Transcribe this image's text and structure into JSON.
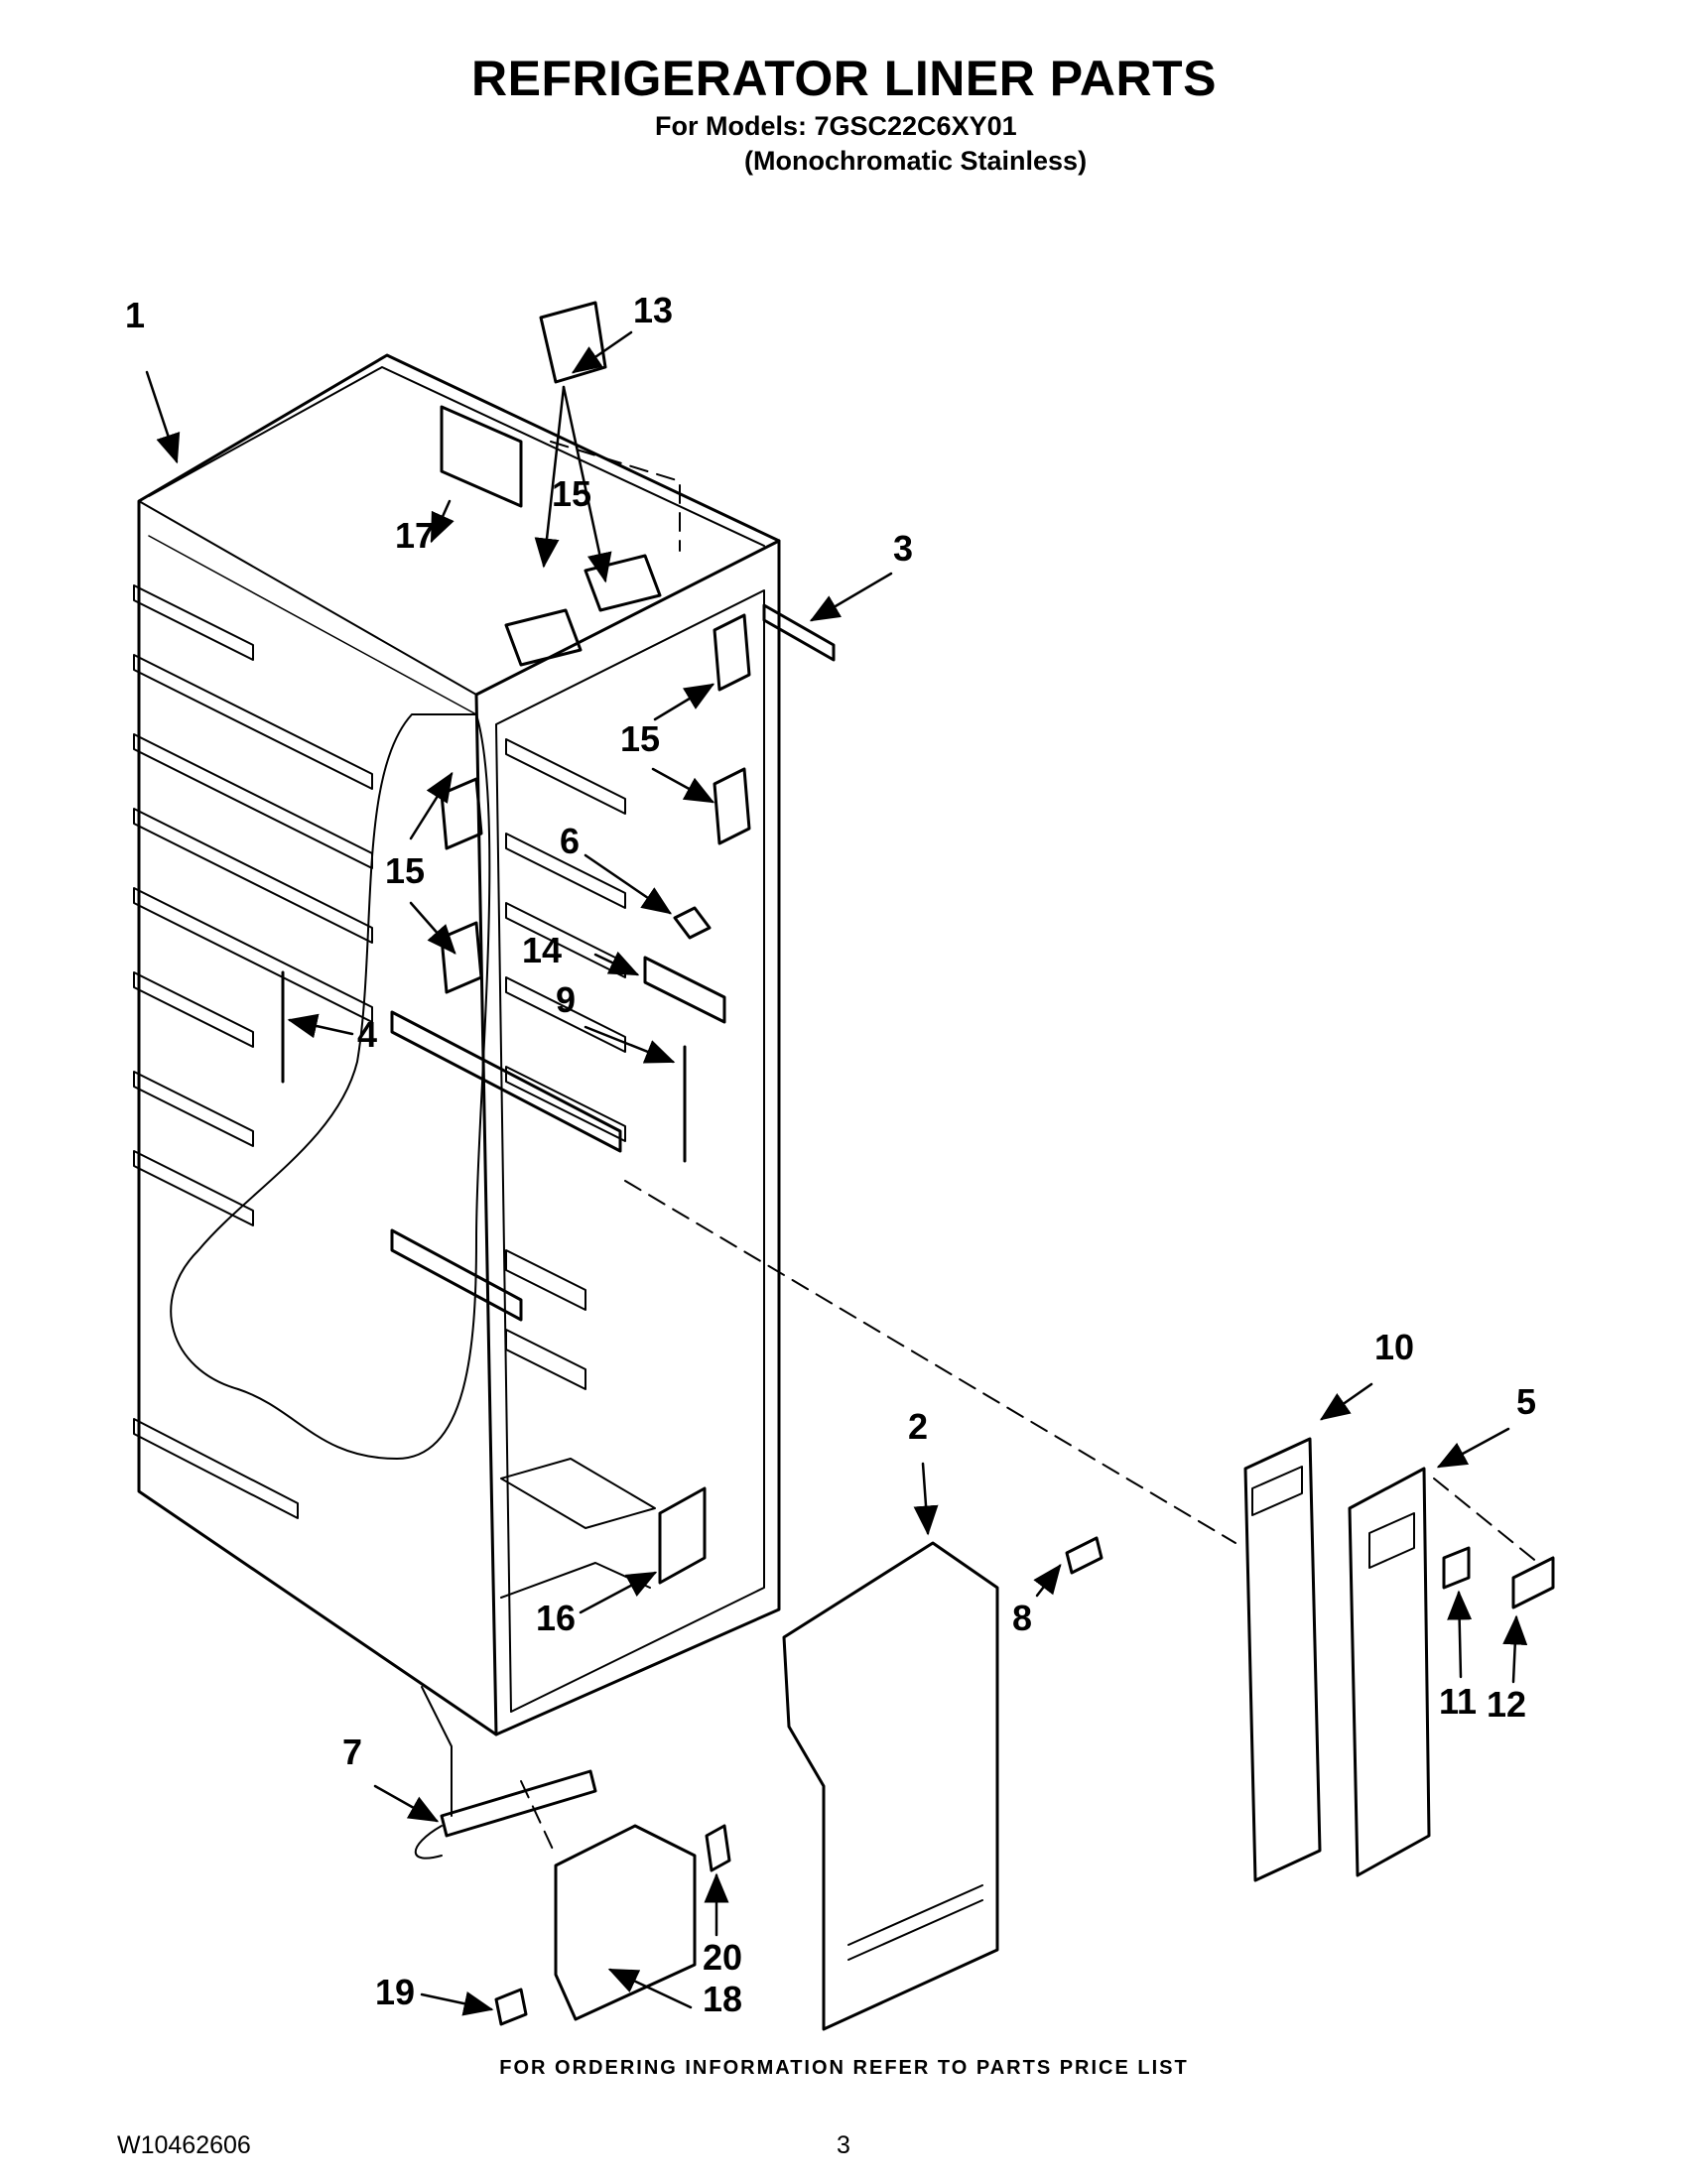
{
  "header": {
    "title": "REFRIGERATOR LINER PARTS",
    "models": "For Models: 7GSC22C6XY01",
    "variant": "(Monochromatic Stainless)"
  },
  "callouts": [
    {
      "id": "c1",
      "label": "1"
    },
    {
      "id": "c13",
      "label": "13"
    },
    {
      "id": "c15a",
      "label": "15"
    },
    {
      "id": "c17",
      "label": "17"
    },
    {
      "id": "c3",
      "label": "3"
    },
    {
      "id": "c15b",
      "label": "15"
    },
    {
      "id": "c6",
      "label": "6"
    },
    {
      "id": "c15c",
      "label": "15"
    },
    {
      "id": "c14",
      "label": "14"
    },
    {
      "id": "c9",
      "label": "9"
    },
    {
      "id": "c4",
      "label": "4"
    },
    {
      "id": "c10",
      "label": "10"
    },
    {
      "id": "c5",
      "label": "5"
    },
    {
      "id": "c2",
      "label": "2"
    },
    {
      "id": "c8",
      "label": "8"
    },
    {
      "id": "c16",
      "label": "16"
    },
    {
      "id": "c11",
      "label": "11"
    },
    {
      "id": "c12",
      "label": "12"
    },
    {
      "id": "c7",
      "label": "7"
    },
    {
      "id": "c20",
      "label": "20"
    },
    {
      "id": "c19",
      "label": "19"
    },
    {
      "id": "c18",
      "label": "18"
    }
  ],
  "footer": {
    "ordering_note": "FOR ORDERING INFORMATION REFER TO PARTS PRICE LIST",
    "doc_number": "W10462606",
    "page_number": "3"
  }
}
